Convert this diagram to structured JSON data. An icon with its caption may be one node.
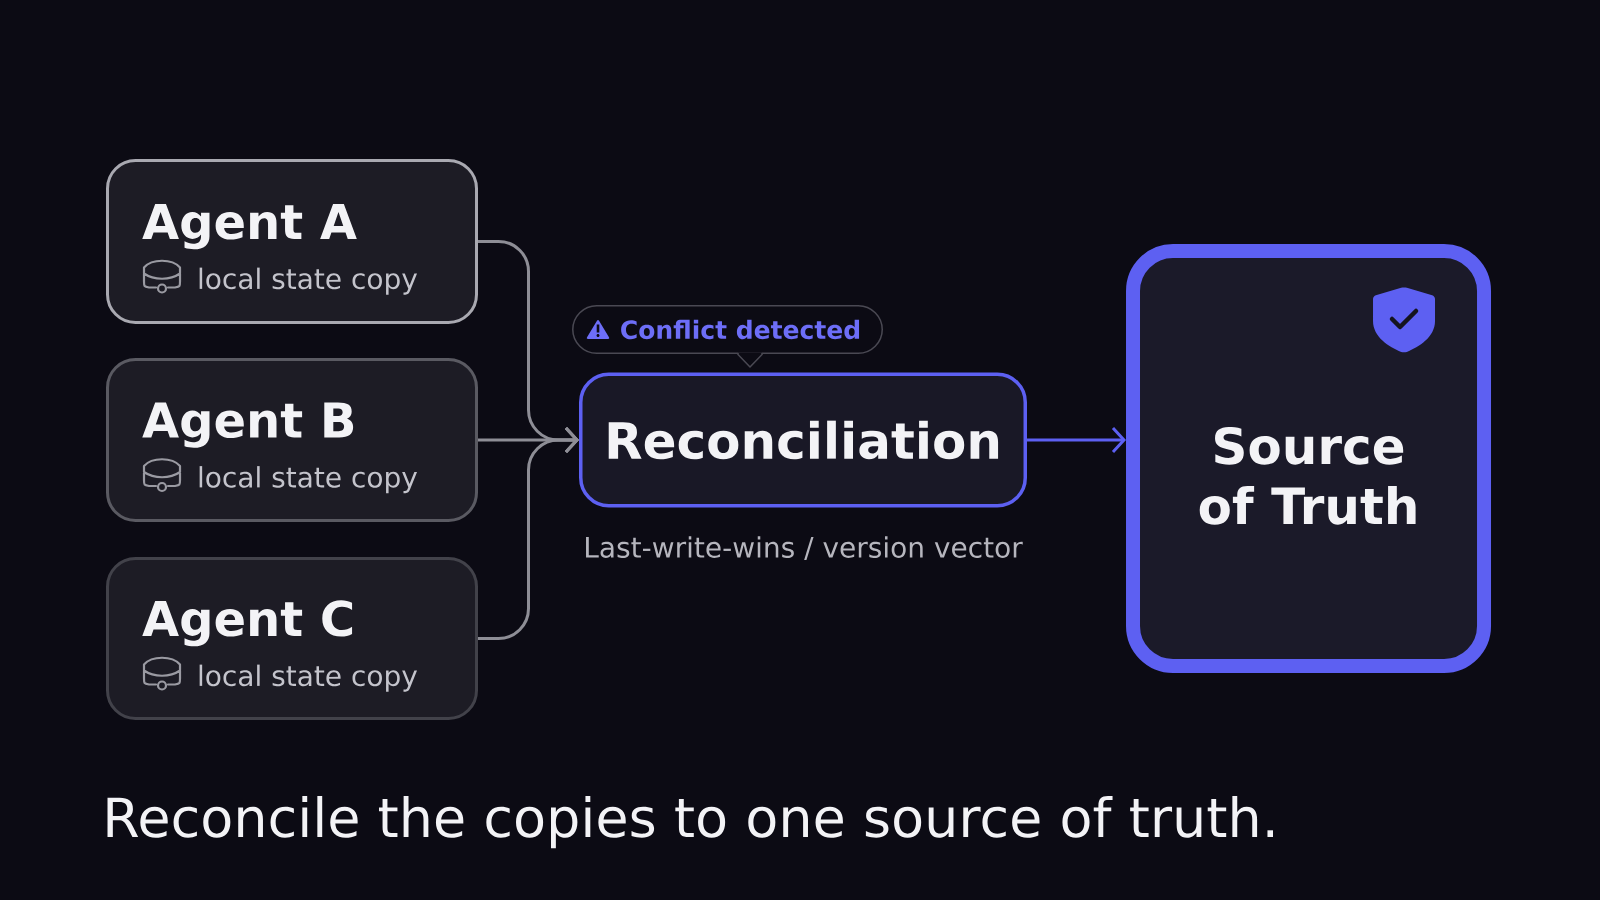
{
  "diagram": {
    "caption": "Reconcile the copies to one source of truth.",
    "nodes": [
      {
        "text": [
          "Agent A",
          "local state copy"
        ]
      },
      {
        "text": [
          "Agent B",
          "local state copy"
        ]
      },
      {
        "text": [
          "Agent C",
          "local state copy"
        ]
      },
      {
        "text": [
          "Conflict detected"
        ]
      },
      {
        "text": [
          "Reconciliation"
        ],
        "beside": [
          "Last-write-wins / version vector"
        ]
      },
      {
        "text": [
          "Source of Truth"
        ]
      }
    ],
    "edges": [
      {
        "from": 0,
        "to": 4,
        "arrow": "to"
      },
      {
        "from": 1,
        "to": 4,
        "arrow": "to"
      },
      {
        "from": 2,
        "to": 4,
        "arrow": "to"
      },
      {
        "from": 4,
        "to": 5,
        "arrow": "to",
        "color": "#5d60f2"
      }
    ]
  }
}
